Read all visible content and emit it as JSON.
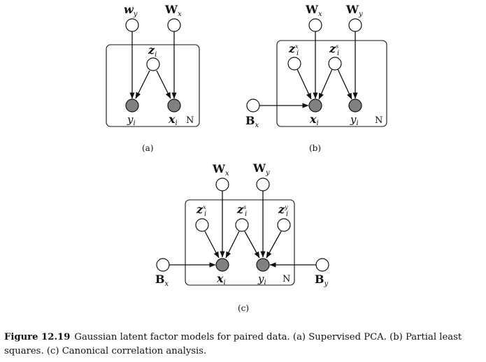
{
  "panels": [
    {
      "id": "a",
      "label": "(a)",
      "plate": "N",
      "nodes": {
        "wy": {
          "sym": "w",
          "sub": "y"
        },
        "Wx": {
          "sym": "W",
          "sub": "x"
        },
        "z": {
          "sym": "z",
          "sub": "i"
        },
        "y": {
          "sym": "y",
          "sub": "i"
        },
        "x": {
          "sym": "x",
          "sub": "i"
        }
      }
    },
    {
      "id": "b",
      "label": "(b)",
      "plate": "N",
      "nodes": {
        "Wx": {
          "sym": "W",
          "sub": "x"
        },
        "Wy": {
          "sym": "W",
          "sub": "y"
        },
        "zx": {
          "sym": "z",
          "sub": "i",
          "sup": "x"
        },
        "zs": {
          "sym": "z",
          "sub": "i",
          "sup": "s"
        },
        "x": {
          "sym": "x",
          "sub": "i"
        },
        "y": {
          "sym": "y",
          "sub": "i"
        },
        "Bx": {
          "sym": "B",
          "sub": "x"
        }
      }
    },
    {
      "id": "c",
      "label": "(c)",
      "plate": "N",
      "nodes": {
        "Wx": {
          "sym": "W",
          "sub": "x"
        },
        "Wy": {
          "sym": "W",
          "sub": "y"
        },
        "zx": {
          "sym": "z",
          "sub": "i",
          "sup": "x"
        },
        "zs": {
          "sym": "z",
          "sub": "i",
          "sup": "s"
        },
        "zy": {
          "sym": "z",
          "sub": "i",
          "sup": "y"
        },
        "x": {
          "sym": "x",
          "sub": "i"
        },
        "y": {
          "sym": "y",
          "sub": "i"
        },
        "Bx": {
          "sym": "B",
          "sub": "x"
        },
        "By": {
          "sym": "B",
          "sub": "y"
        }
      }
    }
  ],
  "caption": {
    "figure_number": "Figure 12.19",
    "text": "Gaussian latent factor models for paired data. (a) Supervised PCA. (b) Partial least squares. (c) Canonical correlation analysis."
  }
}
